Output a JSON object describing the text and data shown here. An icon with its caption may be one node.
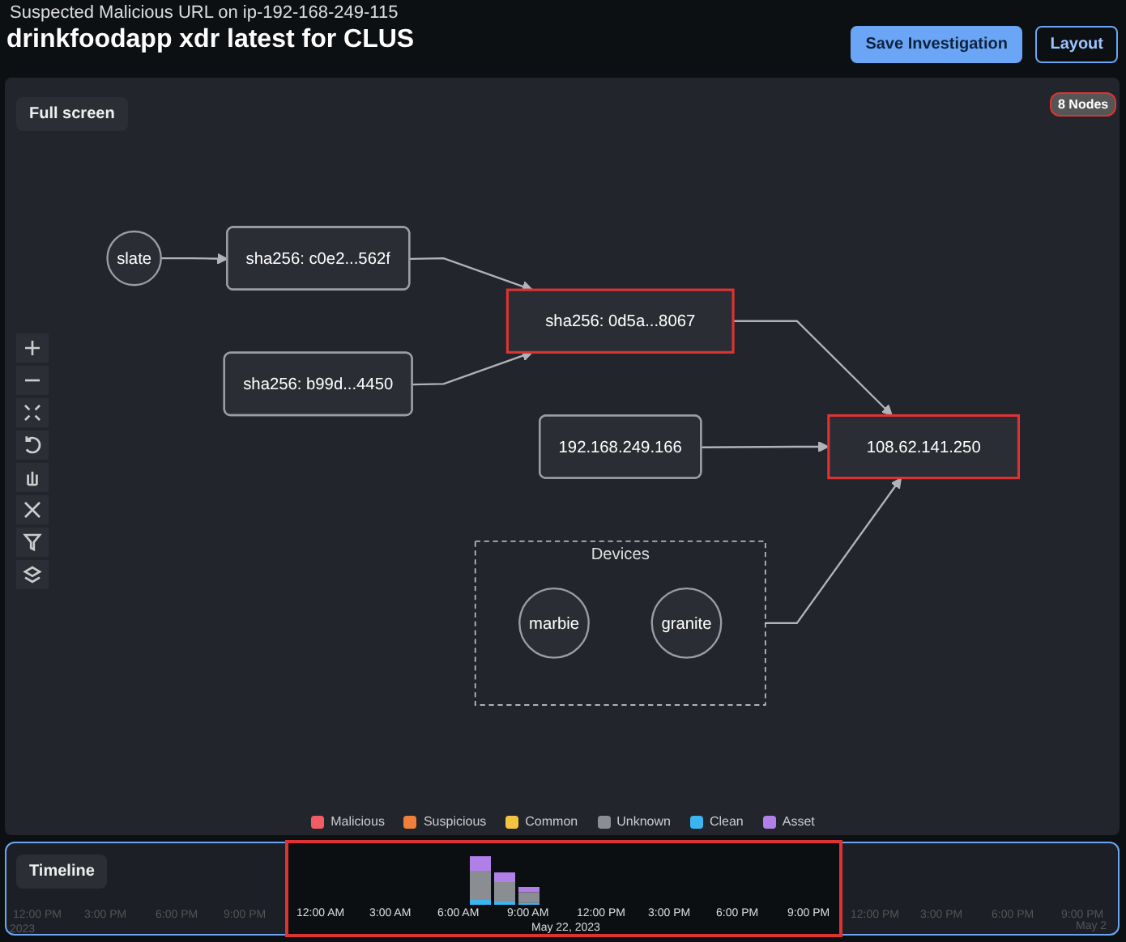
{
  "diagram": {
    "title": "drinkfoodapp xdr latest for CLUS",
    "nodes": [
      {
        "text": [
          "slate"
        ]
      },
      {
        "text": [
          "sha256: c0e2...562f"
        ]
      },
      {
        "text": [
          "sha256: b99d...4450"
        ]
      },
      {
        "text": [
          "sha256: 0d5a...8067"
        ]
      },
      {
        "text": [
          "108.62.141.250"
        ]
      },
      {
        "text": [
          "Devices"
        ]
      },
      {
        "text": [
          "marbie"
        ],
        "in": 5
      },
      {
        "text": [
          "granite"
        ],
        "in": 5
      },
      {
        "text": [
          "192.168.249.166"
        ]
      }
    ],
    "edges": [
      {
        "from": 0,
        "to": 1,
        "arrow": "to"
      },
      {
        "from": 1,
        "to": 3,
        "arrow": "to"
      },
      {
        "from": 2,
        "to": 3,
        "arrow": "to"
      },
      {
        "from": 3,
        "to": 4,
        "arrow": "to"
      },
      {
        "from": 5,
        "to": 4,
        "arrow": "to"
      },
      {
        "from": 8,
        "to": 4,
        "arrow": "to"
      }
    ],
    "labels": [
      "Suspected Malicious URL on ip-192-168-249-115",
      "Save Investigation",
      "Layout",
      "Full screen",
      "8 Nodes",
      "Timeline",
      "12:00 PM",
      "3:00 PM",
      "6:00 PM",
      "9:00 PM",
      "2023",
      "12:00 AM",
      "3:00 AM",
      "6:00 AM",
      "9:00 AM",
      "12:00 PM",
      "3:00 PM",
      "6:00 PM",
      "9:00 PM",
      "May 22, 2023",
      "12:00 PM",
      "3:00 PM",
      "6:00 PM",
      "9:00 PM",
      "May 2"
    ],
    "legend": [
      {
        "text": "Malicious",
        "color": "#f25c64"
      },
      {
        "text": "Suspicious",
        "color": "#f07f3c"
      },
      {
        "text": "Common",
        "color": "#f5c342"
      },
      {
        "text": "Unknown",
        "color": "#8a8d91"
      },
      {
        "text": "Clean",
        "color": "#3cb4f0"
      },
      {
        "text": "Asset",
        "color": "#b07fe8"
      }
    ]
  }
}
